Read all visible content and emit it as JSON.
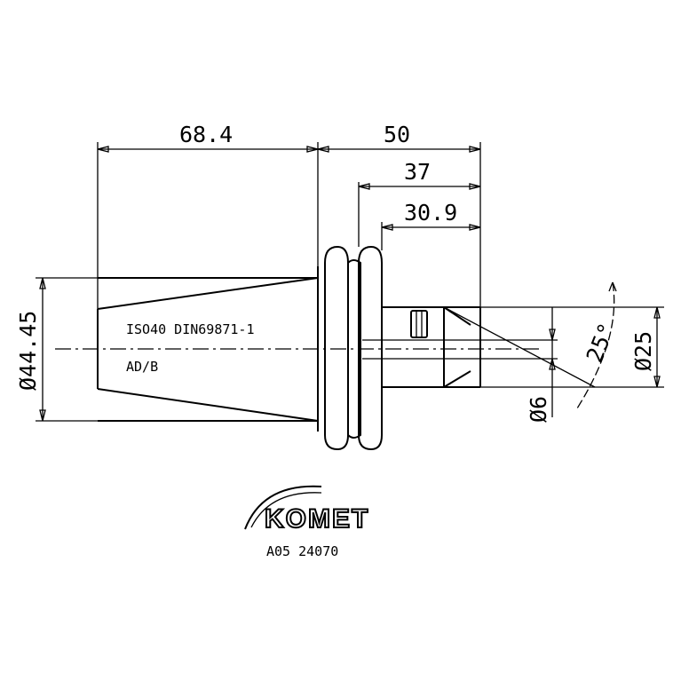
{
  "dimensions": {
    "taper_length": "68.4",
    "overall_length": "50",
    "length_37": "37",
    "length_30_9": "30.9",
    "flange_diameter": "Ø44.45",
    "bore_diameter": "Ø25",
    "pin_diameter": "Ø6",
    "angle": "25°"
  },
  "labels": {
    "standard": "ISO40  DIN69871-1",
    "form": "AD/B"
  },
  "logo": {
    "brand": "KOMET",
    "part_number": "A05 24070"
  }
}
